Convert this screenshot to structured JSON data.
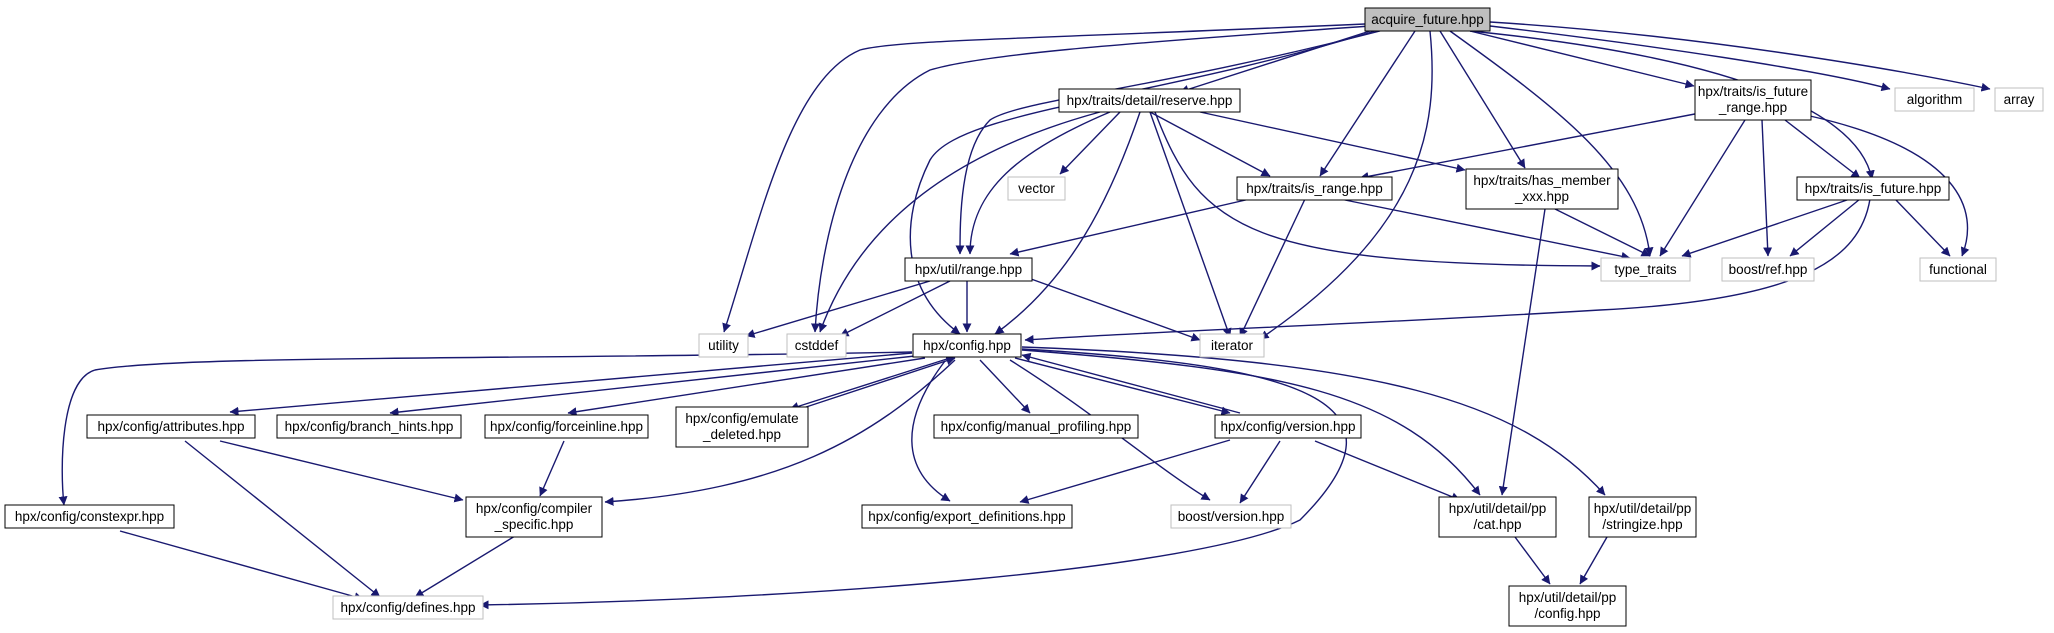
{
  "colors": {
    "edge": "#191970",
    "root_fill": "#bfbfbf",
    "node_border": "#000000",
    "external_border": "#bfbfbf",
    "background": "#ffffff"
  },
  "nodes": {
    "acquire_future": "acquire_future.hpp",
    "reserve": "hpx/traits/detail/reserve.hpp",
    "is_future_range_1": "hpx/traits/is_future",
    "is_future_range_2": "_range.hpp",
    "algorithm": "algorithm",
    "array": "array",
    "vector": "vector",
    "is_range": "hpx/traits/is_range.hpp",
    "has_member_1": "hpx/traits/has_member",
    "has_member_2": "_xxx.hpp",
    "is_future": "hpx/traits/is_future.hpp",
    "util_range": "hpx/util/range.hpp",
    "type_traits": "type_traits",
    "boost_ref": "boost/ref.hpp",
    "functional": "functional",
    "utility": "utility",
    "cstddef": "cstddef",
    "config": "hpx/config.hpp",
    "iterator": "iterator",
    "attributes": "hpx/config/attributes.hpp",
    "branch_hints": "hpx/config/branch_hints.hpp",
    "forceinline": "hpx/config/forceinline.hpp",
    "emulate_deleted_1": "hpx/config/emulate",
    "emulate_deleted_2": "_deleted.hpp",
    "manual_profiling": "hpx/config/manual_profiling.hpp",
    "version": "hpx/config/version.hpp",
    "constexpr": "hpx/config/constexpr.hpp",
    "compiler_specific_1": "hpx/config/compiler",
    "compiler_specific_2": "_specific.hpp",
    "export_definitions": "hpx/config/export_definitions.hpp",
    "boost_version": "boost/version.hpp",
    "pp_cat_1": "hpx/util/detail/pp",
    "pp_cat_2": "/cat.hpp",
    "pp_stringize_1": "hpx/util/detail/pp",
    "pp_stringize_2": "/stringize.hpp",
    "defines": "hpx/config/defines.hpp",
    "pp_config_1": "hpx/util/detail/pp",
    "pp_config_2": "/config.hpp"
  }
}
